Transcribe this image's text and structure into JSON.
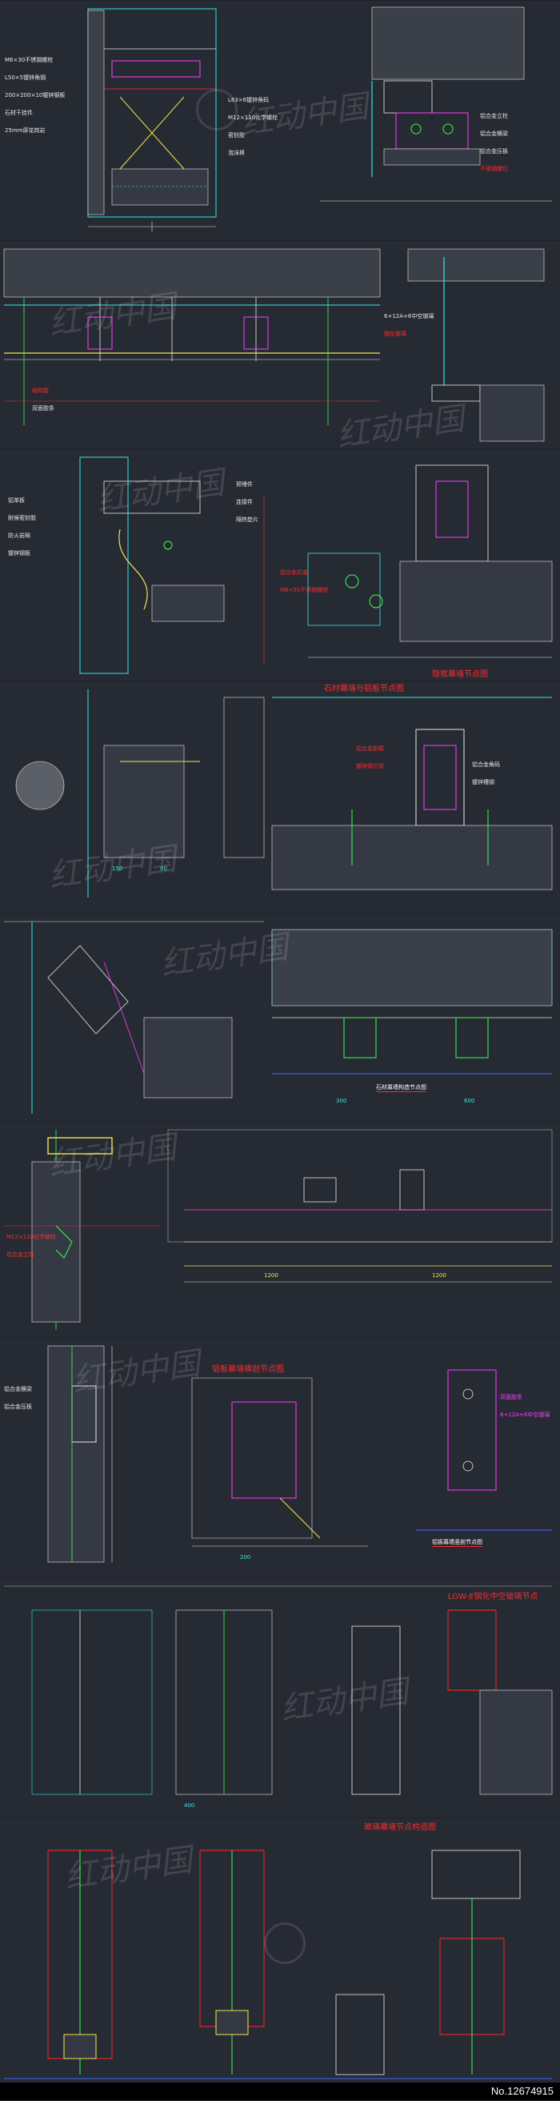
{
  "watermark": {
    "text": "红动中国"
  },
  "footer": {
    "id_label": "No.12674915"
  },
  "titles": {
    "t1": "隐框幕墙节点图",
    "t2": "石材幕墙与铝板节点图",
    "t3": "石材幕墙构造节点图",
    "t4": "铝板幕墙横剖节点图",
    "t5": "铝板幕墙竖剖节点图",
    "t6": "LOW-E钢化中空玻璃节点",
    "t7": "玻璃幕墙节点构造图"
  },
  "labels": {
    "a1": "M6×30不锈钢螺栓",
    "a2": "L50×5镀锌角钢",
    "a3": "200×200×10镀锌钢板",
    "a4": "石材干挂件",
    "a5": "25mm厚花岗岩",
    "a6": "L63×6镀锌角码",
    "a7": "M12×110化学螺栓",
    "a8": "密封胶",
    "a9": "泡沫棒",
    "a10": "铝合金立柱",
    "a11": "铝合金横梁",
    "a12": "铝合金压板",
    "a13": "不锈钢螺钉",
    "a14": "结构胶",
    "a15": "双面胶条",
    "a16": "6+12A+6中空玻璃",
    "a17": "钢化玻璃",
    "a18": "铝单板",
    "a19": "耐候密封胶",
    "a20": "防火岩棉",
    "a21": "镀锌钢板",
    "a22": "预埋件",
    "a23": "连接件",
    "a24": "隔热垫片",
    "a25": "铝合金扣盖",
    "a26": "M6×50不锈钢螺栓",
    "a27": "铝合金副框",
    "a28": "镀锌钢方管",
    "a29": "铝合金角码",
    "a30": "镀锌槽钢"
  },
  "dims": {
    "d1": "150",
    "d2": "300",
    "d3": "600",
    "d4": "1200",
    "d5": "80",
    "d6": "200",
    "d7": "400"
  },
  "colors": {
    "cyan": "#34e6e6",
    "red": "#ff2a2a",
    "yellow": "#f4e64a",
    "magenta": "#ff3cff",
    "white": "#e8e8e8",
    "green": "#3cff4a",
    "blue": "#3a6bff"
  }
}
